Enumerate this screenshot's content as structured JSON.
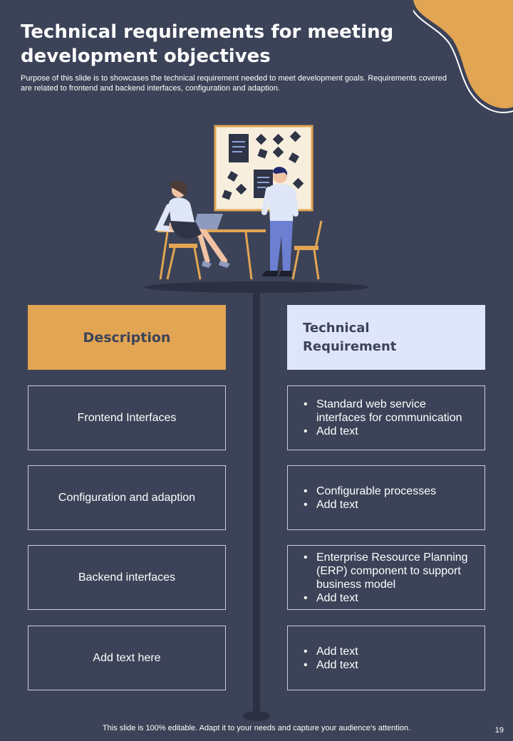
{
  "title": "Technical requirements for meeting development objectives",
  "subtitle": "Purpose of this slide is to showcases the technical requirement needed to meet development goals. Requirements covered are related to frontend and backend interfaces, configuration and adaption.",
  "headers": {
    "left": "Description",
    "right": "Technical Requirement"
  },
  "rows": [
    {
      "description": "Frontend Interfaces",
      "requirements": [
        "Standard web service interfaces for communication",
        "Add text"
      ]
    },
    {
      "description": "Configuration and adaption",
      "requirements": [
        "Configurable processes",
        "Add text"
      ]
    },
    {
      "description": "Backend interfaces",
      "requirements": [
        "Enterprise Resource Planning (ERP) component to support business model",
        "Add text"
      ]
    },
    {
      "description": "Add text here",
      "requirements": [
        "Add text",
        "Add text"
      ]
    }
  ],
  "footer": "This slide is 100% editable. Adapt it to your needs and capture your audience’s attention.",
  "page_number": "19",
  "colors": {
    "background": "#3c4358",
    "accent": "#e2a553",
    "light": "#dfe5fb"
  }
}
